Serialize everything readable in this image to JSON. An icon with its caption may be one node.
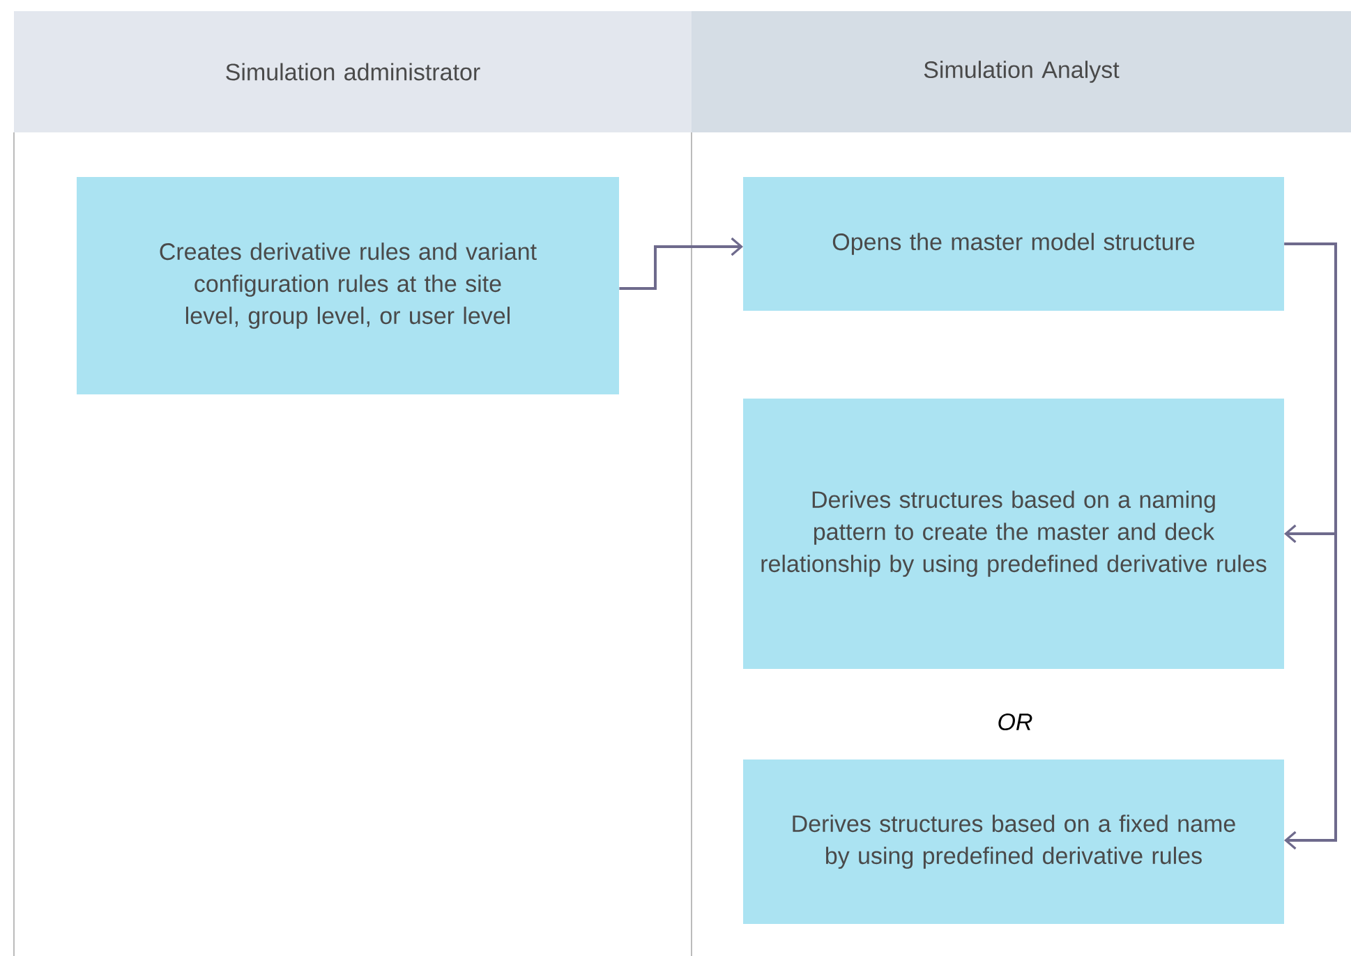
{
  "diagram": {
    "nodes": [
      {
        "text": [
          "Simulation administrator"
        ]
      },
      {
        "text": [
          "Simulation Analyst"
        ]
      },
      {
        "text": [
          "Creates derivative rules and variant configuration rules at the site level, group level, or user level"
        ]
      },
      {
        "text": [
          "Opens the master model structure"
        ]
      },
      {
        "text": [
          "Derives structures based on a naming pattern to create the master and deck relationship by using predefined derivative rules"
        ]
      },
      {
        "text": [
          "Derives structures based on a fixed name by using predefined derivative rules"
        ]
      }
    ],
    "edges": [
      {
        "from": 2,
        "to": 3,
        "arrow": "to"
      },
      {
        "from": 3,
        "to": 4,
        "arrow": "to"
      },
      {
        "from": 3,
        "to": 5,
        "arrow": "to"
      }
    ],
    "labels": [
      "*OR*"
    ]
  }
}
